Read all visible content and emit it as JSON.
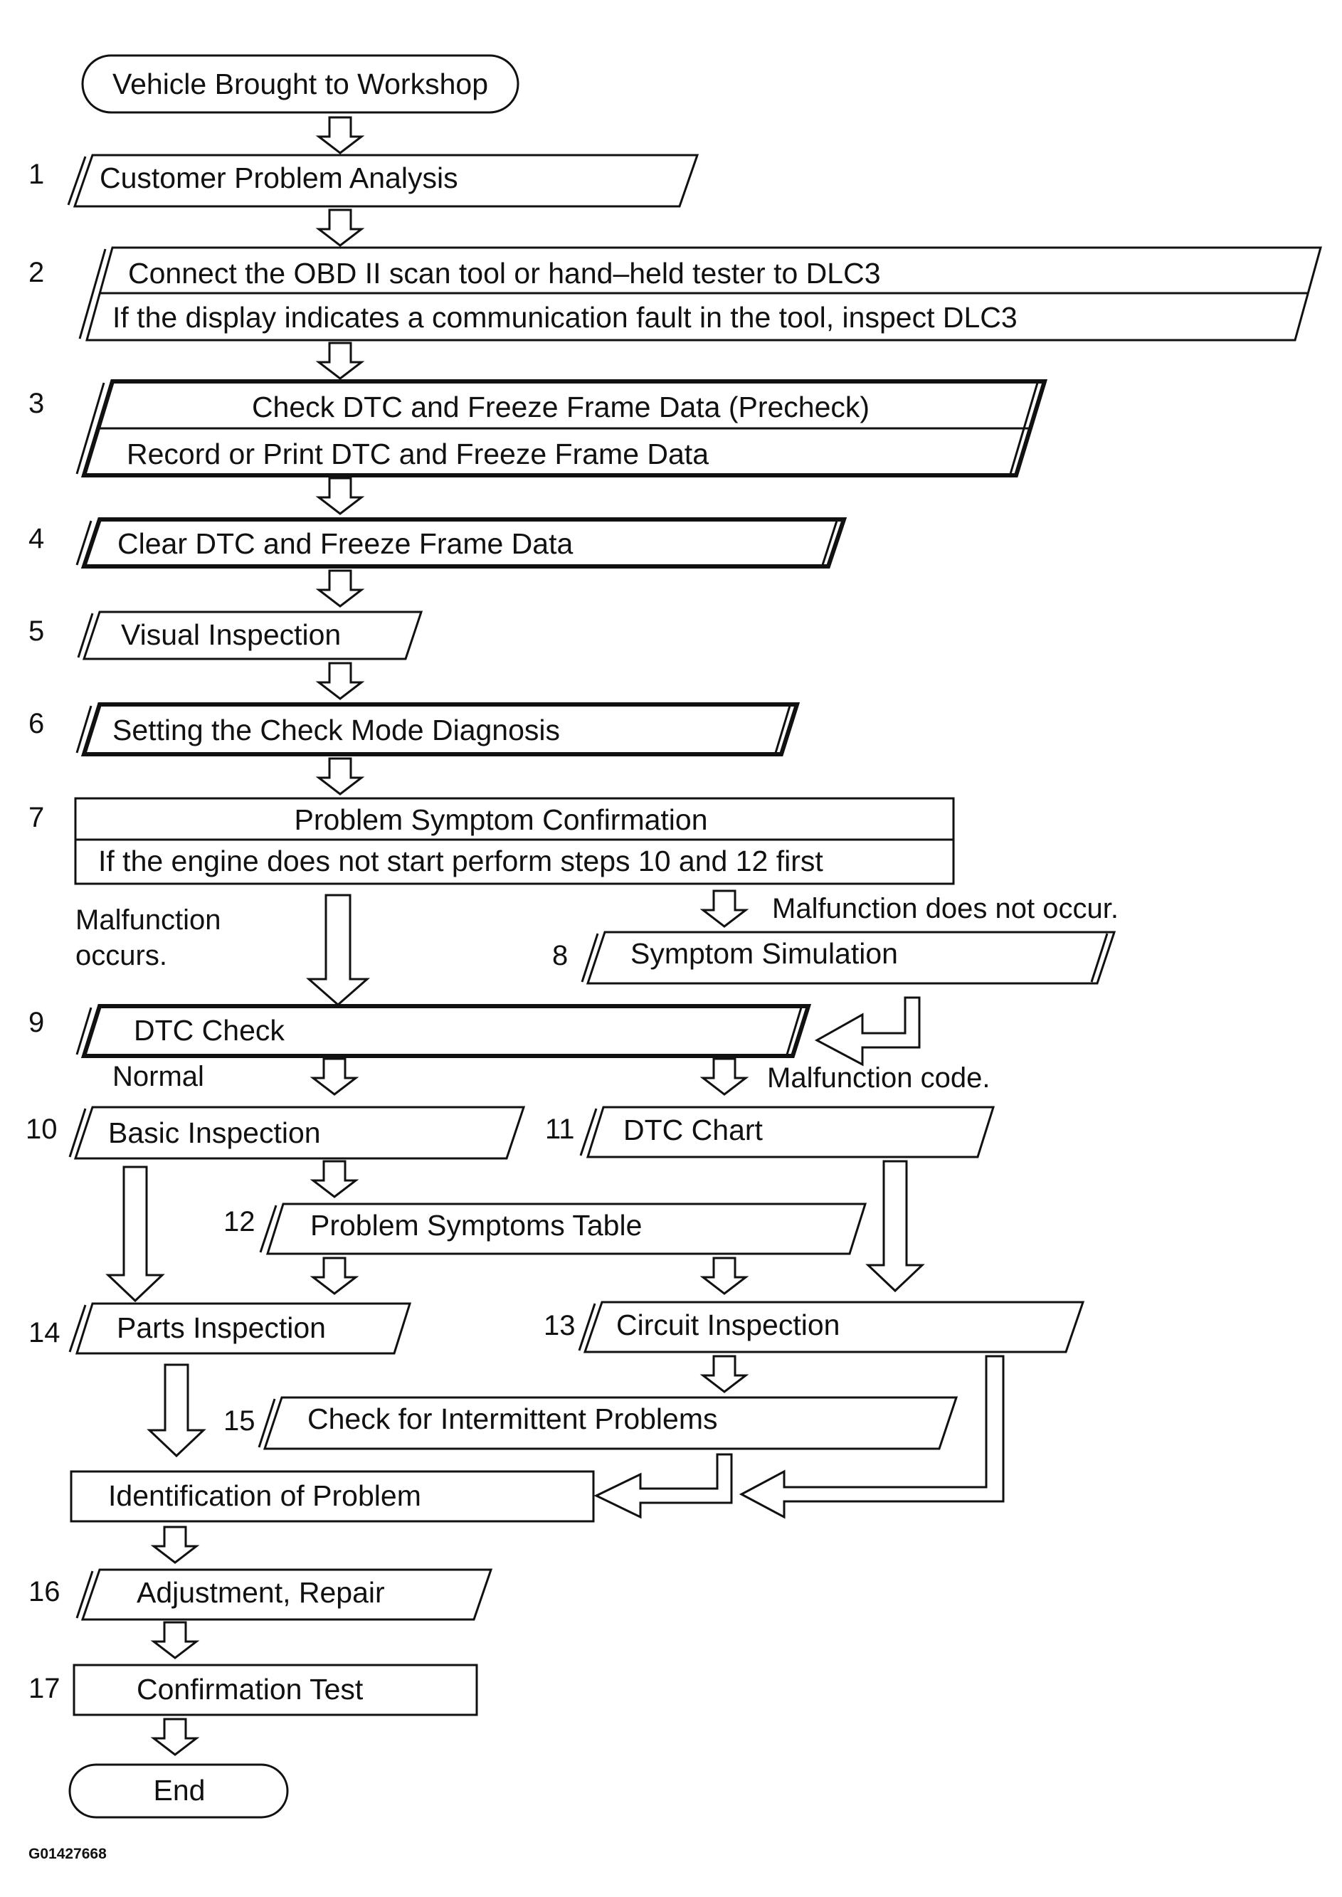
{
  "start": "Vehicle Brought to Workshop",
  "end": "End",
  "steps": {
    "s1": {
      "num": "1",
      "text": "Customer Problem Analysis"
    },
    "s2": {
      "num": "2",
      "line1": "Connect the OBD II scan tool or hand–held tester to DLC3",
      "line2": "If the display indicates a communication fault in the tool, inspect DLC3"
    },
    "s3": {
      "num": "3",
      "line1": "Check DTC and Freeze Frame Data (Precheck)",
      "line2": "Record or Print DTC and Freeze Frame Data"
    },
    "s4": {
      "num": "4",
      "text": "Clear DTC and Freeze Frame Data"
    },
    "s5": {
      "num": "5",
      "text": "Visual Inspection"
    },
    "s6": {
      "num": "6",
      "text": "Setting the Check Mode Diagnosis"
    },
    "s7": {
      "num": "7",
      "line1": "Problem Symptom Confirmation",
      "line2": "If the engine does not start perform steps 10 and 12 first"
    },
    "s8": {
      "num": "8",
      "text": "Symptom Simulation"
    },
    "s9": {
      "num": "9",
      "text": "DTC Check"
    },
    "s10": {
      "num": "10",
      "text": "Basic Inspection"
    },
    "s11": {
      "num": "11",
      "text": "DTC Chart"
    },
    "s12": {
      "num": "12",
      "text": "Problem Symptoms Table"
    },
    "s13": {
      "num": "13",
      "text": "Circuit Inspection"
    },
    "s14": {
      "num": "14",
      "text": "Parts Inspection"
    },
    "s15": {
      "num": "15",
      "text": "Check for Intermittent Problems"
    },
    "s16": {
      "num": "16",
      "text": "Adjustment, Repair"
    },
    "s17": {
      "num": "17",
      "text": "Confirmation Test"
    }
  },
  "identification": "Identification of Problem",
  "branches": {
    "malfunction_occurs_1": "Malfunction",
    "malfunction_occurs_2": "occurs.",
    "malfunction_not_occur": "Malfunction does not occur.",
    "normal": "Normal",
    "malfunction_code": "Malfunction code."
  },
  "figure_code": "G01427668"
}
